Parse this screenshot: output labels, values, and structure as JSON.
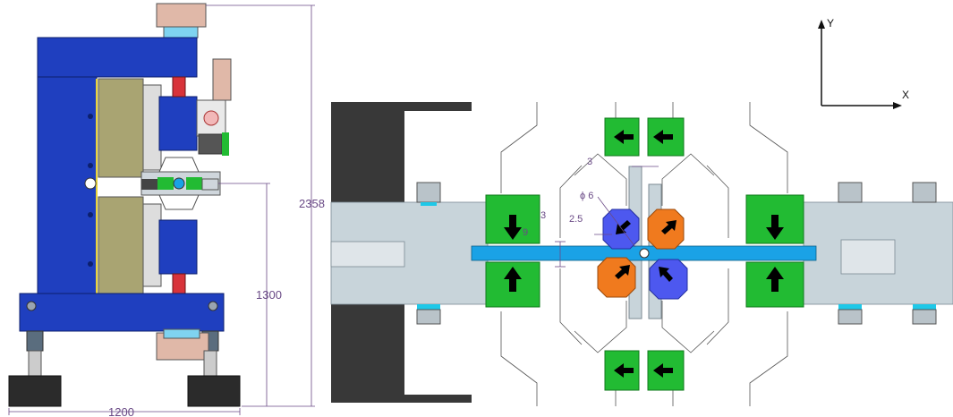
{
  "left_view": {
    "height_total": "2358",
    "height_center": "1300",
    "width_base": "1200"
  },
  "right_view": {
    "dim_gap": "3",
    "dim_diameter": "ϕ 6",
    "dim_slot": "2.5",
    "dim_side": "3",
    "dim_height": "9"
  },
  "axes": {
    "y_label": "Y",
    "x_label": "X"
  },
  "colors": {
    "frame_blue": "#1f3fbf",
    "actuator_green": "#22bb33",
    "moving_blue": "#4d58ef",
    "moving_orange": "#f07a1e",
    "beam_blue": "#1aa2e6",
    "plate_gray": "#c8d4da",
    "jaw_dark": "#383838",
    "dimension_purple": "#6a4a86"
  }
}
